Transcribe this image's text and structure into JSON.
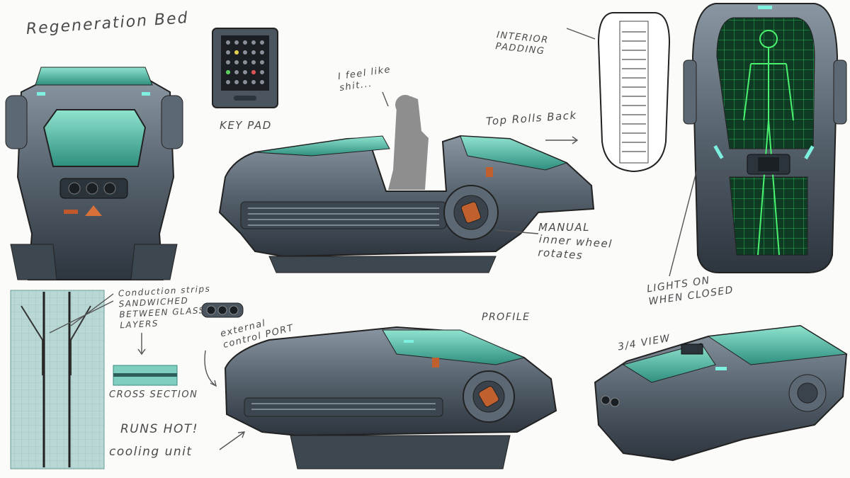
{
  "notes": {
    "title": "Regeneration Bed",
    "key_pad": "KEY PAD",
    "i_feel": "I feel like\nshit...",
    "top_rolls_back": "Top Rolls Back",
    "interior_padding": "INTERIOR\nPADDING",
    "manual": "MANUAL",
    "inner_wheel": "inner wheel\nrotates",
    "lights_on": "LIGHTS ON\nWHEN CLOSED",
    "conduction": "Conduction strips\nSANDWICHED\nBETWEEN GLASS\nLAYERS",
    "external": "external\ncontrol PORT",
    "profile": "PROFILE",
    "cross_section": "CROSS SECTION",
    "three_quarter": "3/4 VIEW",
    "runs_hot": "RUNS HOT!",
    "cooling": "cooling unit"
  },
  "colors": {
    "hull": "#4f5b66",
    "hull_light": "#7b8793",
    "hull_dark": "#2f3740",
    "glass": "#3fae98",
    "glow": "#7ef0e0",
    "hologram": "#36e05a",
    "warning": "#d8703a",
    "grid": "#a6c9c6"
  }
}
